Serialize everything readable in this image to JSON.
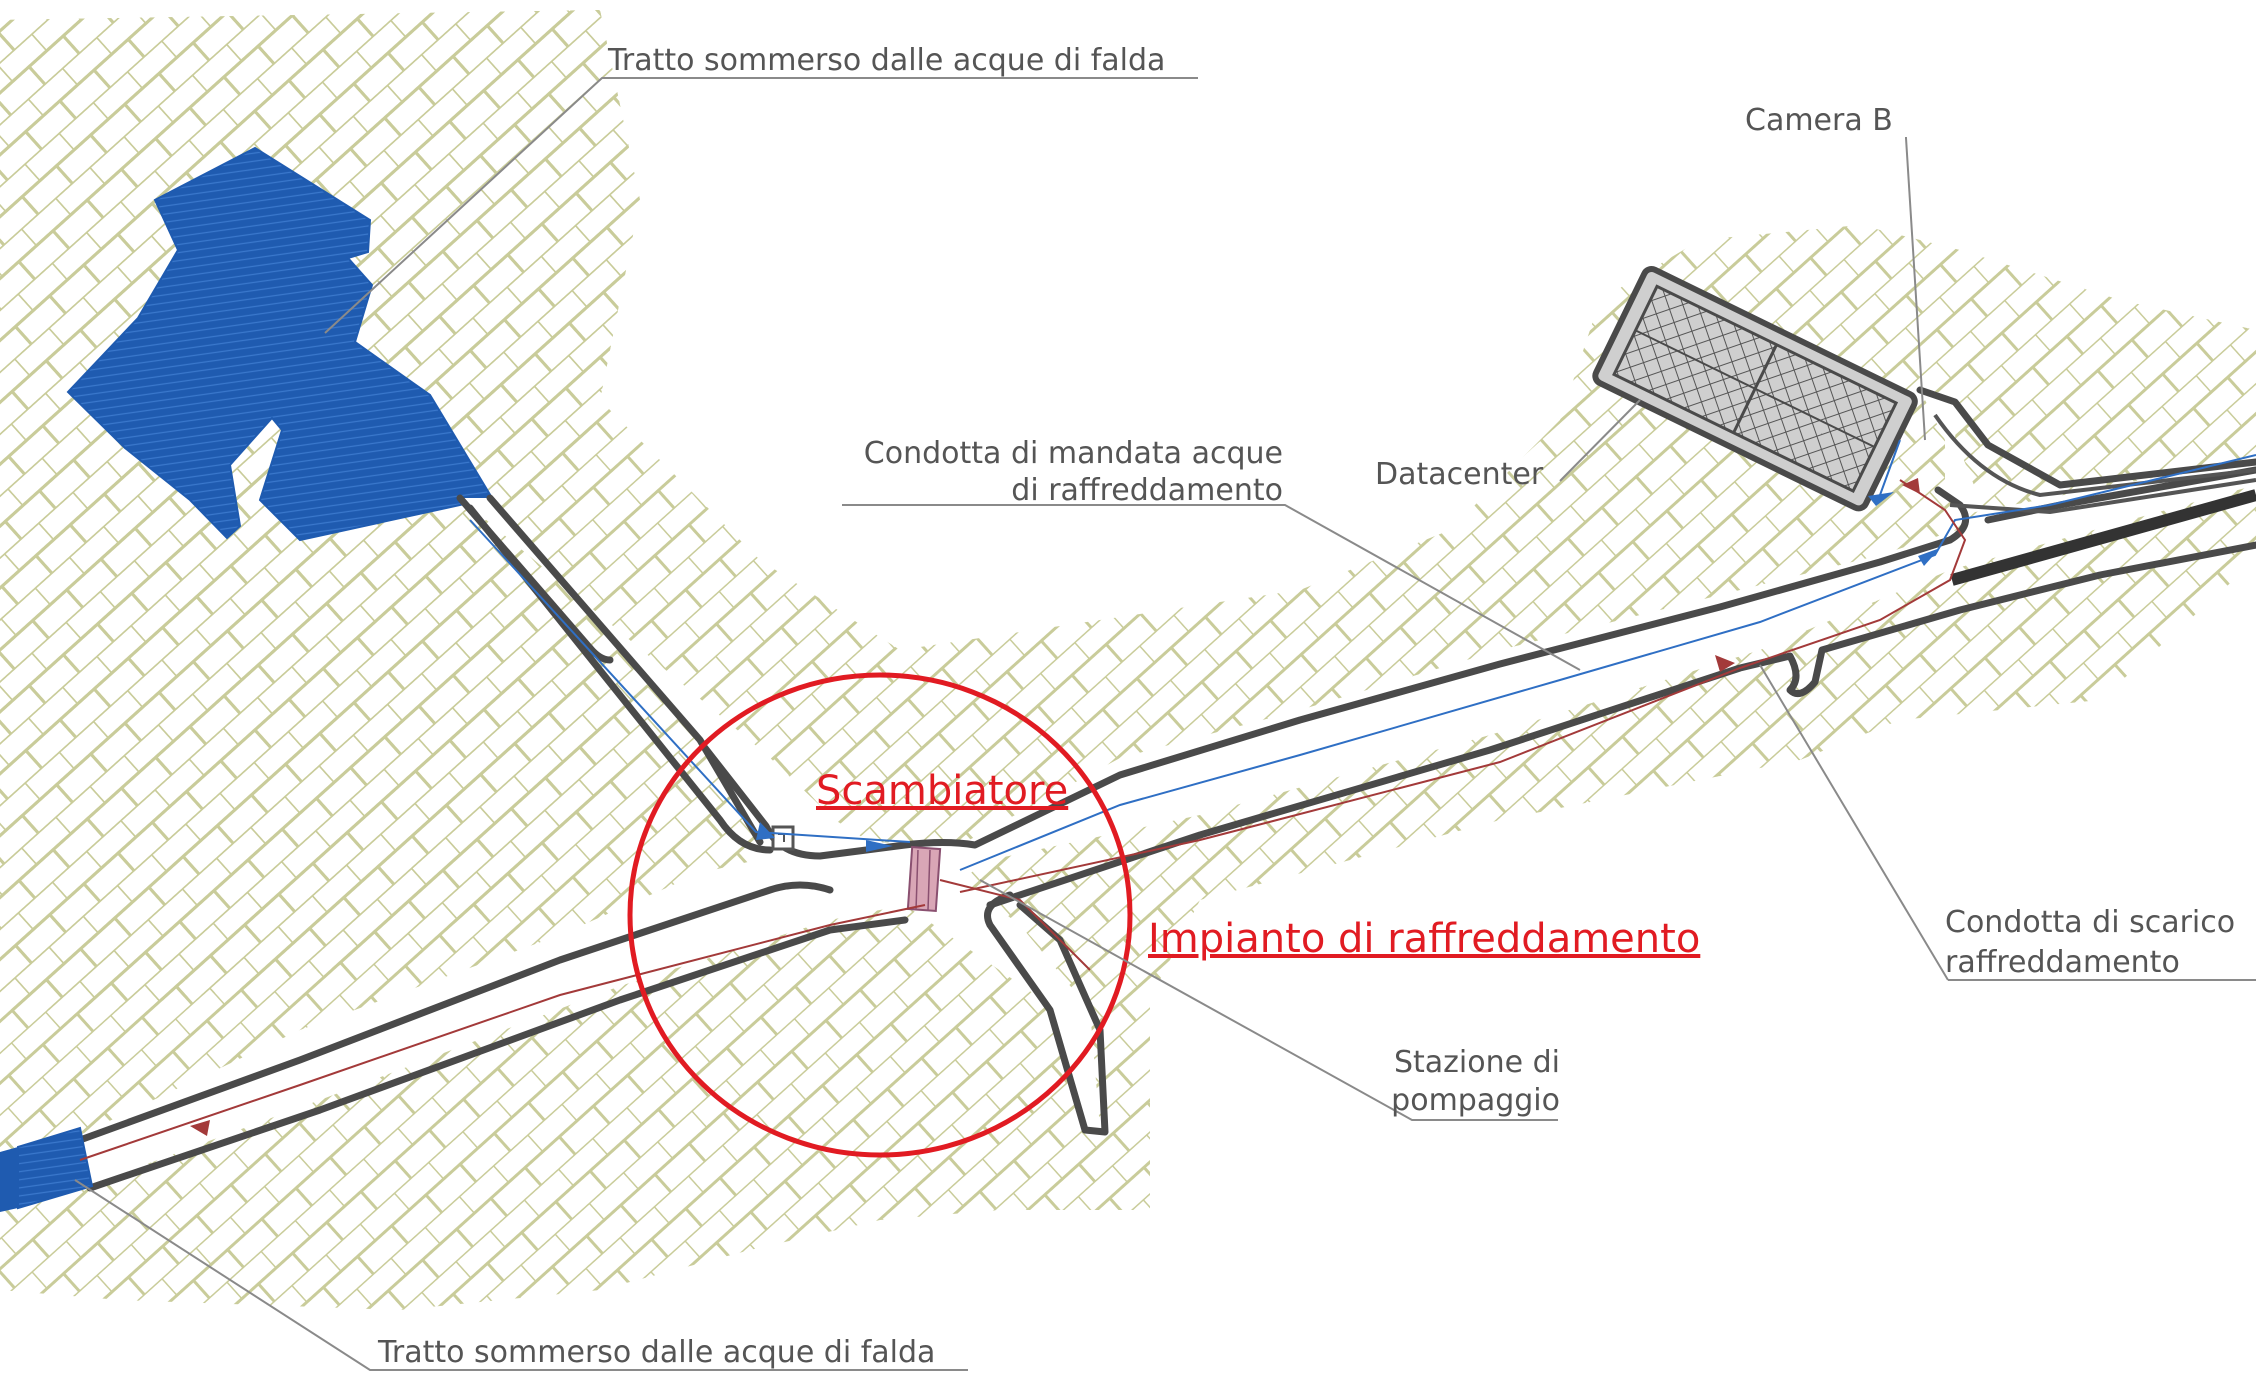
{
  "labels": {
    "submerged_top": "Tratto sommerso dalle acque di falda",
    "camera_b": "Camera B",
    "supply_pipe_line1": "Condotta di mandata acque",
    "supply_pipe_line2": "di raffreddamento",
    "datacenter": "Datacenter",
    "scambiatore": "Scambiatore",
    "cooling_plant": "Impianto di raffreddamento",
    "discharge_pipe_line1": "Condotta di scarico",
    "discharge_pipe_line2": "raffreddamento",
    "pump_station_line1": "Stazione di",
    "pump_station_line2": "pompaggio",
    "submerged_bottom": "Tratto sommerso dalle acque di falda"
  },
  "colors": {
    "hatch": "#c9cc9a",
    "water": "#1f5bb0",
    "wall": "#4a4a4a",
    "highlight": "#e11b22",
    "supply_flow": "#2f6fc4",
    "return_flow": "#a33a3a"
  }
}
